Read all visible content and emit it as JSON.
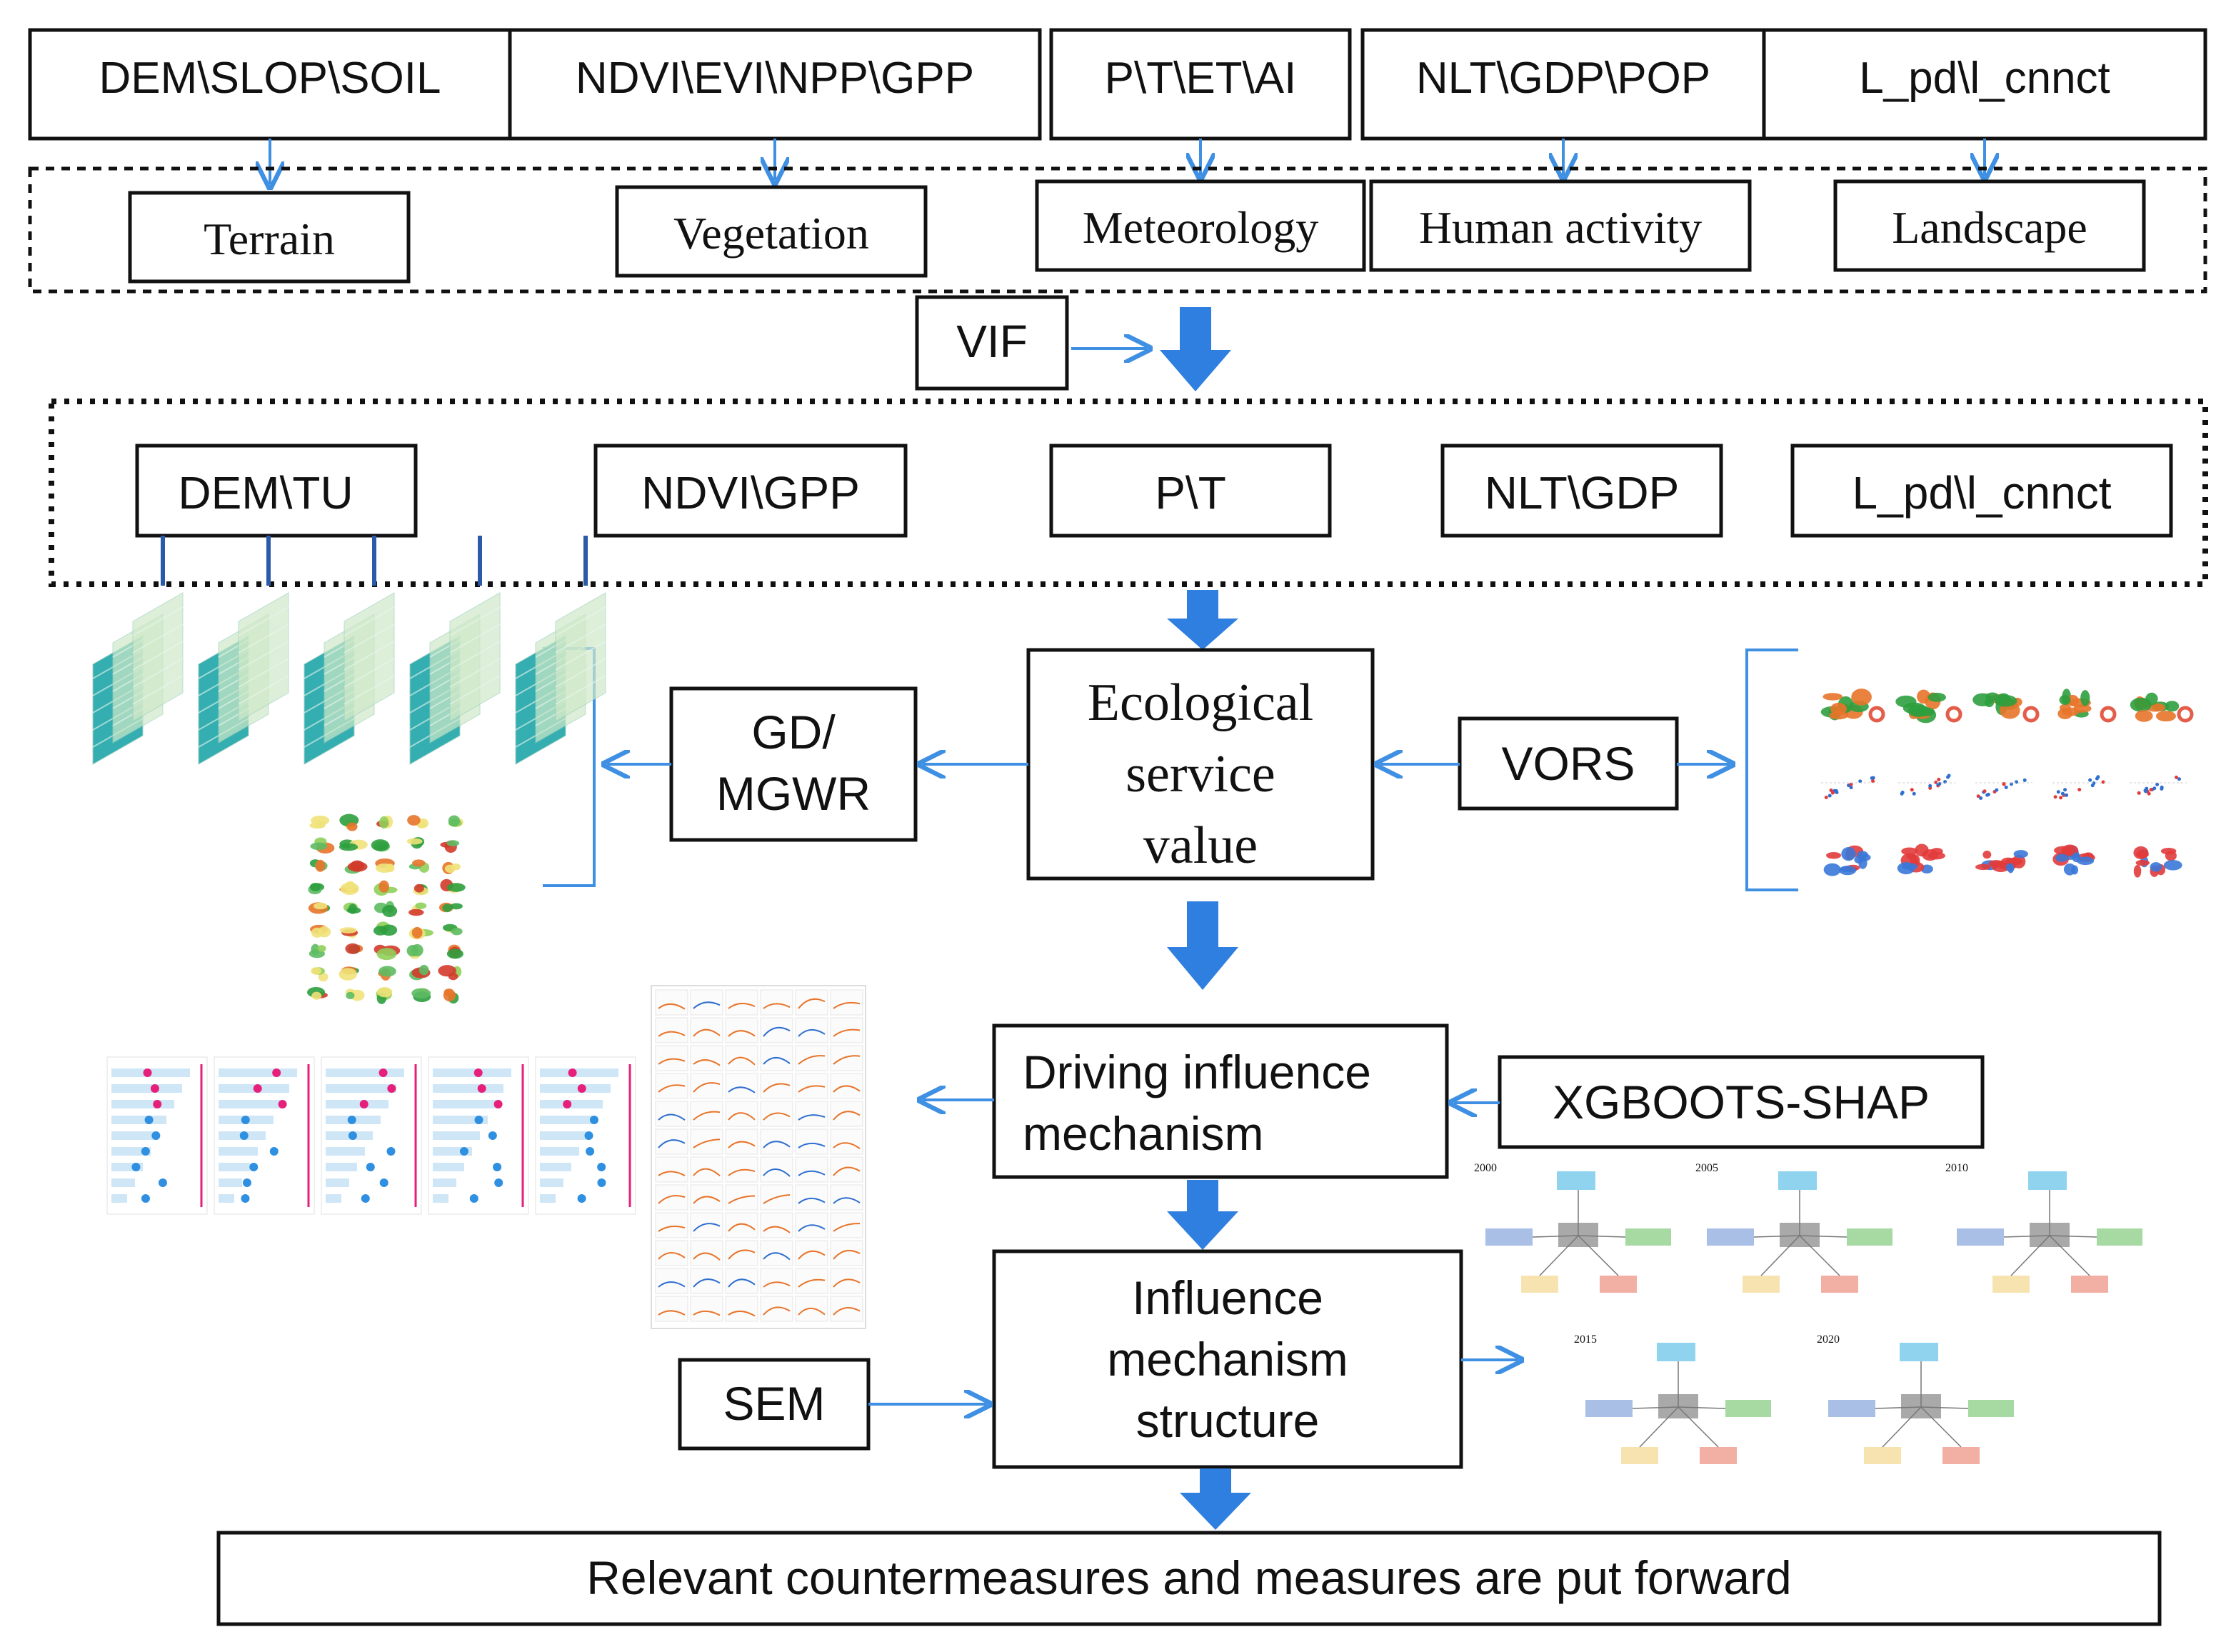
{
  "indicators": [
    "DEM\\SLOP\\SOIL",
    "NDVI\\EVI\\NPP\\GPP",
    "P\\T\\ET\\AI",
    "NLT\\GDP\\POP",
    "L_pd\\l_cnnct"
  ],
  "categories": [
    "Terrain",
    "Vegetation",
    "Meteorology",
    "Human activity",
    "Landscape"
  ],
  "vif": "VIF",
  "selected": [
    "DEM\\TU",
    "NDVI\\GPP",
    "P\\T",
    "NLT\\GDP",
    "L_pd\\l_cnnct"
  ],
  "esv": {
    "line1": "Ecological",
    "line2": "service",
    "line3": "value"
  },
  "gd": {
    "line1": "GD/",
    "line2": "MGWR"
  },
  "vors": "VORS",
  "driving": {
    "line1": "Driving influence",
    "line2": "mechanism"
  },
  "xgb": "XGBOOTS-SHAP",
  "influence": {
    "line1": "Influence",
    "line2": "mechanism",
    "line3": "structure"
  },
  "sem": "SEM",
  "bottom": "Relevant countermeasures and measures are put forward",
  "sem_years": [
    "2000",
    "2005",
    "2010",
    "2015",
    "2020"
  ],
  "colors": {
    "arrow": "#2f7fe0",
    "thin_arrow": "#3f8fe3",
    "teal": "#1fa6a8",
    "map_green": "#2e9e3e",
    "map_orange": "#e8742a",
    "scatter_red": "#e23b3b",
    "scatter_blue": "#2f6fd0",
    "shap_pink": "#e6207a"
  }
}
